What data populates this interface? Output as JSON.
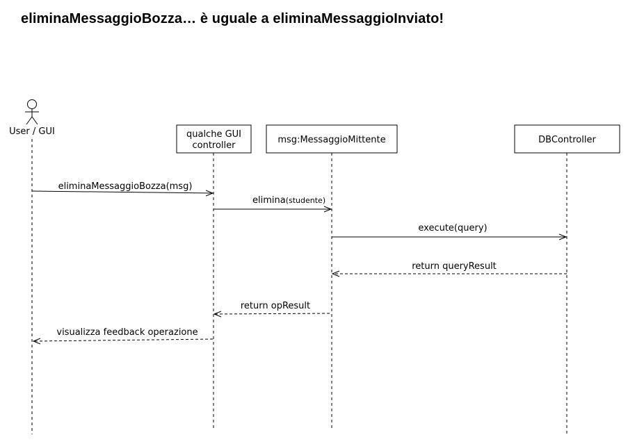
{
  "title": "eliminaMessaggioBozza… è uguale a eliminaMessaggioInviato!",
  "participants": [
    {
      "id": "user",
      "kind": "actor",
      "label": "User / GUI"
    },
    {
      "id": "gui",
      "kind": "box",
      "label_lines": [
        "qualche GUI",
        "controller"
      ]
    },
    {
      "id": "msg",
      "kind": "box",
      "label": "msg:MessaggioMittente"
    },
    {
      "id": "db",
      "kind": "box",
      "label": "DBController"
    }
  ],
  "messages": [
    {
      "from": "user",
      "to": "gui",
      "style": "solid",
      "label": "eliminaMessaggioBozza(msg)"
    },
    {
      "from": "gui",
      "to": "msg",
      "style": "solid",
      "label": "elimina",
      "label_small": "(studente)"
    },
    {
      "from": "msg",
      "to": "db",
      "style": "solid",
      "label": "execute(query)"
    },
    {
      "from": "db",
      "to": "msg",
      "style": "dashed",
      "label": "return queryResult"
    },
    {
      "from": "msg",
      "to": "gui",
      "style": "dashed",
      "label": "return opResult"
    },
    {
      "from": "gui",
      "to": "user",
      "style": "dashed",
      "label": "visualizza feedback operazione"
    }
  ]
}
